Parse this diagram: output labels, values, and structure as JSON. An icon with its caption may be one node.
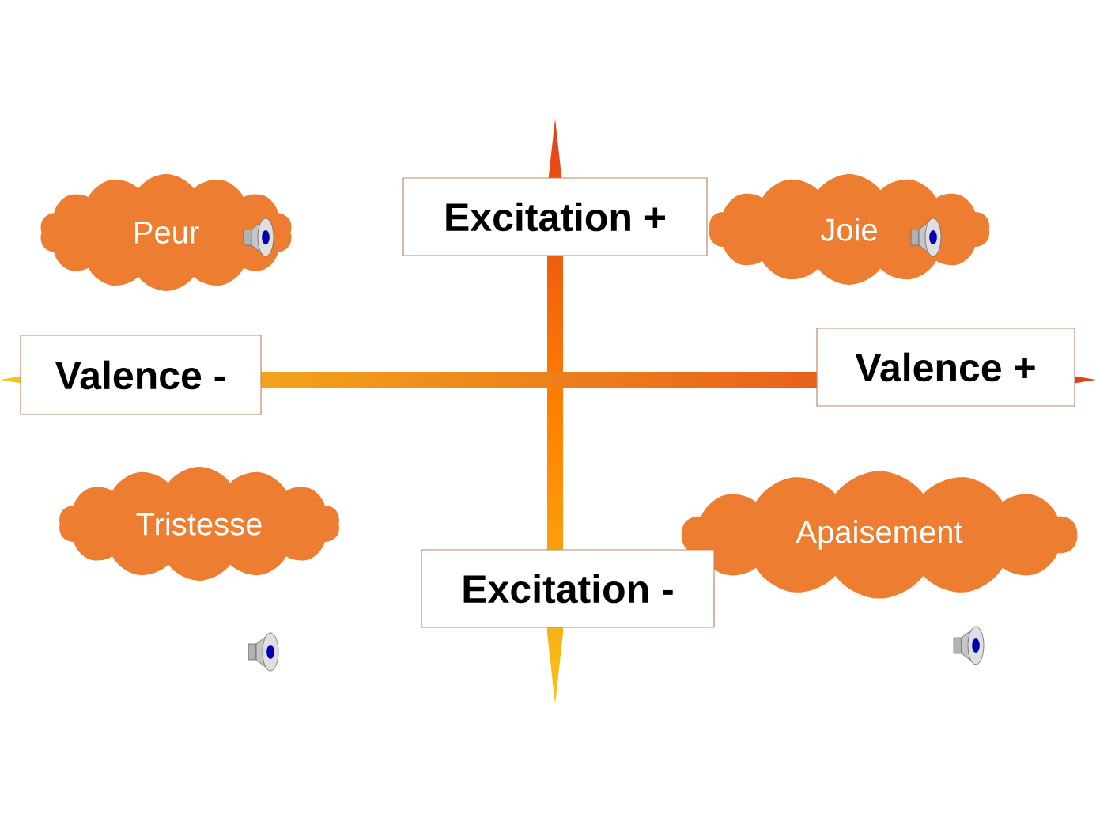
{
  "diagram": {
    "nodes": [
      {
        "text": [
          "Peur"
        ]
      },
      {
        "text": [
          "Excitation +"
        ]
      },
      {
        "text": [
          "Joie"
        ]
      },
      {
        "text": [
          "Valence -"
        ]
      },
      {
        "text": [
          "Valence +"
        ]
      },
      {
        "text": [
          "Tristesse"
        ]
      },
      {
        "text": [
          "Apaisement"
        ]
      },
      {
        "text": [
          "Excitation -"
        ]
      }
    ]
  }
}
